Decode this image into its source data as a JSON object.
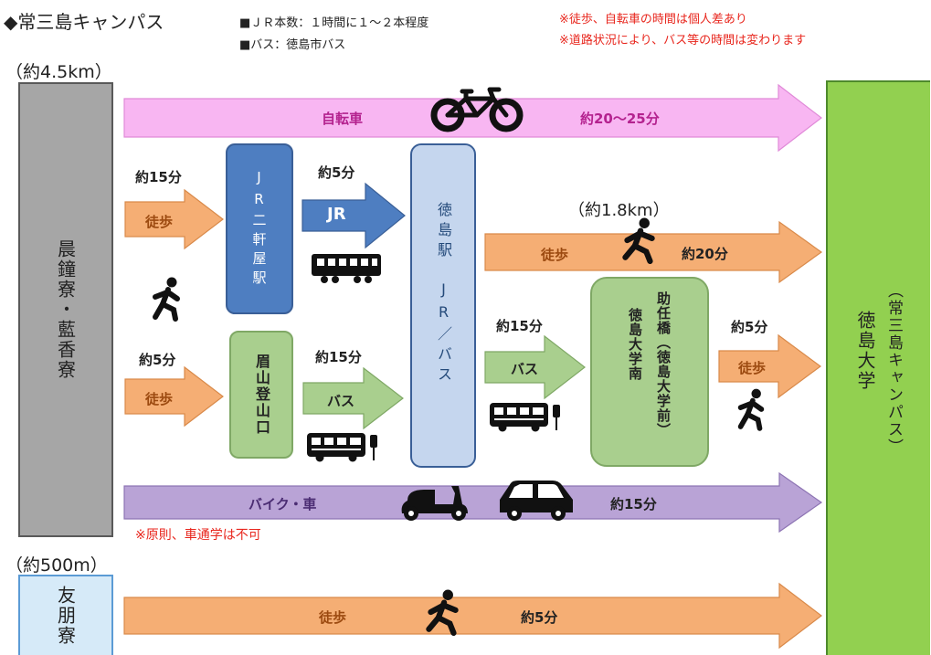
{
  "header": {
    "title": "◆常三島キャンパス",
    "info_jr": "■ＪＲ本数：１時間に１～２本程度",
    "info_bus": "■バス：徳島市バス",
    "note1": "※徒歩、自転車の時間は個人差あり",
    "note2": "※道路状況により、バス等の時間は変わります"
  },
  "distance_main": "（約4.5km）",
  "distance_mid": "（約1.8km）",
  "distance_small": "（約500m）",
  "origin_main": "晨鐘寮・藍香寮",
  "origin_small": "友朋寮",
  "destination": {
    "name": "徳島大学",
    "campus": "（常三島キャンパス）"
  },
  "stations": {
    "nikenya": "JR二軒屋駅",
    "bizan": "眉山登山口",
    "tokushima_name": "徳島駅",
    "tokushima_mode": "JR／バス",
    "sukeninbashi": "助任橋（徳島大学前）",
    "sukeninbashi_sub": "徳島大学南"
  },
  "routes": {
    "bicycle": {
      "label": "自転車",
      "time": "約20～25分"
    },
    "walk_to_nikenya": {
      "time": "約15分",
      "label": "徒歩"
    },
    "jr": {
      "time": "約5分",
      "label": "JR"
    },
    "walk_from_tokushima": {
      "label": "徒歩",
      "time": "約20分"
    },
    "walk_to_bizan": {
      "time": "約5分",
      "label": "徒歩"
    },
    "bus_bizan": {
      "time": "約15分",
      "label": "バス"
    },
    "bus_tokushima": {
      "time": "約15分",
      "label": "バス"
    },
    "walk_final": {
      "time": "約5分",
      "label": "徒歩"
    },
    "bike_car": {
      "label": "バイク・車",
      "time": "約15分",
      "note": "※原則、車通学は不可"
    },
    "walk_small": {
      "label": "徒歩",
      "time": "約5分"
    }
  },
  "colors": {
    "bicycle": "#f8b6f2",
    "walk": "#f5ae74",
    "jr": "#4e7ec1",
    "bus": "#a9cf8e",
    "bike_car": "#b9a3d6",
    "destination": "#92d050",
    "origin": "#a6a6a6",
    "small_origin": "#d6eaf8",
    "note_red": "#e8261d"
  },
  "icons": [
    "bicycle-icon",
    "walker-icon",
    "train-icon",
    "bus-icon",
    "scooter-icon",
    "car-icon"
  ]
}
